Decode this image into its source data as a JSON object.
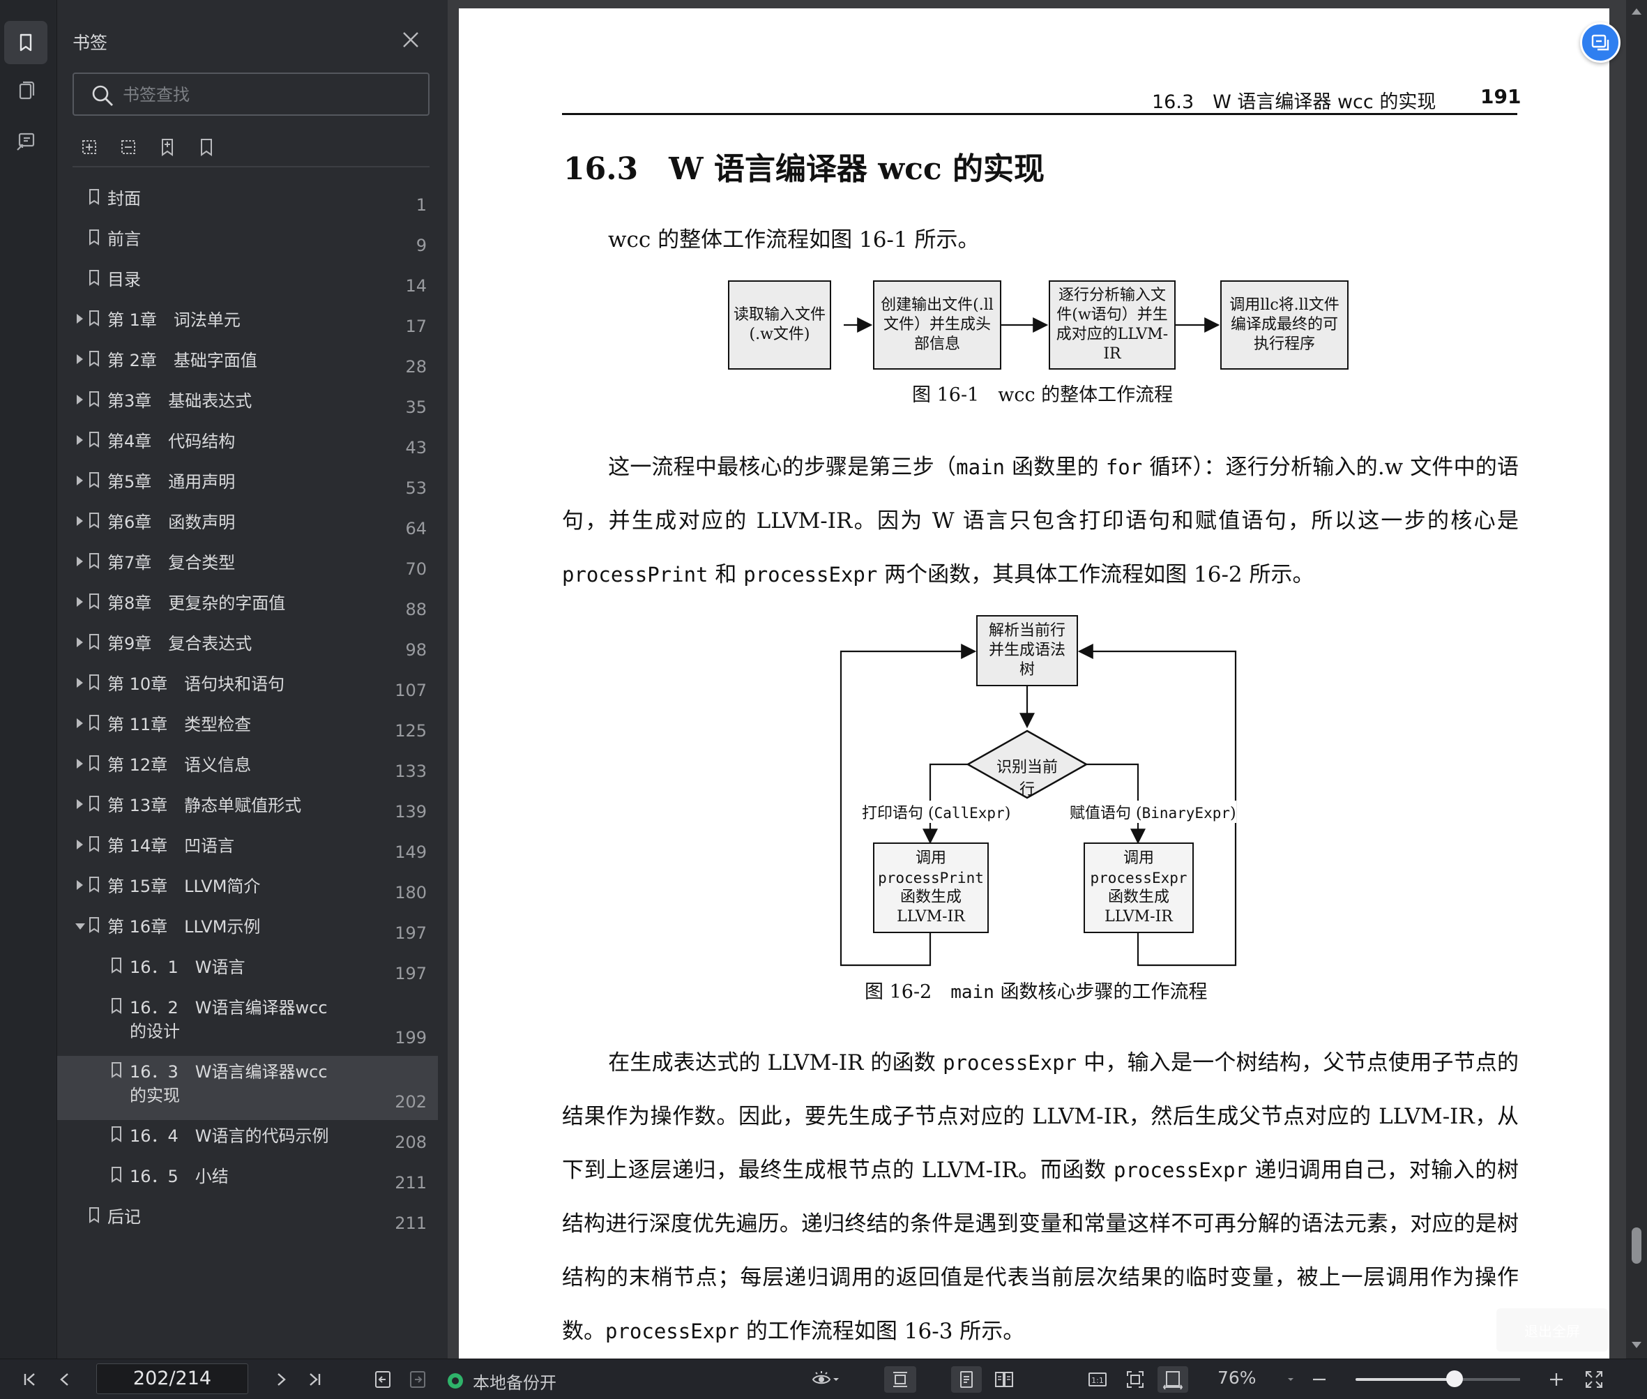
{
  "panel": {
    "title": "书签",
    "search_placeholder": "书签查找"
  },
  "bookmarks": [
    {
      "label": "封面",
      "page": "1",
      "level": 0,
      "expander": "none"
    },
    {
      "label": "前言",
      "page": "9",
      "level": 0,
      "expander": "none"
    },
    {
      "label": "目录",
      "page": "14",
      "level": 0,
      "expander": "none"
    },
    {
      "label": "第 1章　词法单元",
      "page": "17",
      "level": 0,
      "expander": "collapsed"
    },
    {
      "label": "第 2章　基础字面值",
      "page": "28",
      "level": 0,
      "expander": "collapsed"
    },
    {
      "label": "第3章　基础表达式",
      "page": "35",
      "level": 0,
      "expander": "collapsed"
    },
    {
      "label": "第4章　代码结构",
      "page": "43",
      "level": 0,
      "expander": "collapsed"
    },
    {
      "label": "第5章　通用声明",
      "page": "53",
      "level": 0,
      "expander": "collapsed"
    },
    {
      "label": "第6章　函数声明",
      "page": "64",
      "level": 0,
      "expander": "collapsed"
    },
    {
      "label": "第7章　复合类型",
      "page": "70",
      "level": 0,
      "expander": "collapsed"
    },
    {
      "label": "第8章　更复杂的字面值",
      "page": "88",
      "level": 0,
      "expander": "collapsed"
    },
    {
      "label": "第9章　复合表达式",
      "page": "98",
      "level": 0,
      "expander": "collapsed"
    },
    {
      "label": "第 10章　语句块和语句",
      "page": "107",
      "level": 0,
      "expander": "collapsed"
    },
    {
      "label": "第 11章　类型检查",
      "page": "125",
      "level": 0,
      "expander": "collapsed"
    },
    {
      "label": "第 12章　语义信息",
      "page": "133",
      "level": 0,
      "expander": "collapsed"
    },
    {
      "label": "第 13章　静态单赋值形式",
      "page": "139",
      "level": 0,
      "expander": "collapsed"
    },
    {
      "label": "第 14章　凹语言",
      "page": "149",
      "level": 0,
      "expander": "collapsed"
    },
    {
      "label": "第 15章　LLVM简介",
      "page": "180",
      "level": 0,
      "expander": "collapsed"
    },
    {
      "label": "第 16章　LLVM示例",
      "page": "197",
      "level": 0,
      "expander": "expanded"
    },
    {
      "label": "16．1　W语言",
      "page": "197",
      "level": 1,
      "expander": "none"
    },
    {
      "label": "16．2　W语言编译器wcc的设计",
      "page": "199",
      "level": 1,
      "expander": "none"
    },
    {
      "label": "16．3　W语言编译器wcc的实现",
      "page": "202",
      "level": 1,
      "expander": "none",
      "selected": true
    },
    {
      "label": "16．4　W语言的代码示例",
      "page": "208",
      "level": 1,
      "expander": "none"
    },
    {
      "label": "16．5　小结",
      "page": "211",
      "level": 1,
      "expander": "none"
    },
    {
      "label": "后记",
      "page": "211",
      "level": 0,
      "expander": "none"
    }
  ],
  "document": {
    "running_head": "16.3　W 语言编译器 wcc 的实现",
    "page_number": "191",
    "section_title": "16.3　W 语言编译器 wcc 的实现",
    "intro": "wcc 的整体工作流程如图 16-1 所示。",
    "fig1": {
      "steps": [
        "读取输入文件(.w文件)",
        "创建输出文件(.ll文件）并生成头部信息",
        "逐行分析输入文件(w语句）并生成对应的LLVM-IR",
        "调用llc将.ll文件编译成最终的可执行程序"
      ],
      "caption": "图 16-1　wcc 的整体工作流程"
    },
    "para1": {
      "a": "这一流程中最核心的步骤是第三步（",
      "code1": "main",
      "b": " 函数里的 ",
      "code2": "for",
      "c": " 循环）：逐行分析输入的.w 文件中的语句，并生成对应的 LLVM-IR。因为 W 语言只包含打印语句和赋值语句，所以这一步的核心是 ",
      "code3": "processPrint",
      "d": " 和 ",
      "code4": "processExpr",
      "e": " 两个函数，其具体工作流程如图 16-2 所示。"
    },
    "fig2": {
      "top_box": "解析当前行并生成语法树",
      "decision": "识别当前行",
      "left_branch_text": "打印语句 (",
      "left_branch_code": "CallExpr",
      "right_branch_text": "赋值语句 (",
      "right_branch_code": "BinaryExpr",
      "branch_close": ")",
      "left_box_a": "调用",
      "left_box_code": "processPrint",
      "left_box_b": "函数生成LLVM-IR",
      "right_box_a": "调用",
      "right_box_code": "processExpr",
      "right_box_b": "函数生成LLVM-IR",
      "caption_a": "图 16-2　",
      "caption_code": "main",
      "caption_b": " 函数核心步骤的工作流程"
    },
    "para2": {
      "a": "在生成表达式的 LLVM-IR 的函数 ",
      "code1": "processExpr",
      "b": " 中，输入是一个树结构，父节点使用子节点的结果作为操作数。因此，要先生成子节点对应的 LLVM-IR，然后生成父节点对应的 LLVM-IR，从下到上逐层递归，最终生成根节点的 LLVM-IR。而函数 ",
      "code2": "processExpr",
      "c": " 递归调用自己，对输入的树结构进行深度优先遍历。递归终结的条件是遇到变量和常量这样不可再分解的语法元素，对应的是树结构的末梢节点；每层递归调用的返回值是代表当前层次结果的临时变量，被上一层调用作为操作数。",
      "code3": "processExpr",
      "d": " 的工作流程如图 16-3 所示。"
    }
  },
  "toolbar": {
    "page_indicator": "202/214",
    "backup_status": "本地备份开",
    "zoom": "76%",
    "zoom_fraction": 0.6,
    "ghost_toast": "退出全屏"
  },
  "colors": {
    "panel_bg": "#2a2c30",
    "rail_bg": "#24262a",
    "selected_bg": "#3e4045",
    "accent": "#2f7ff0",
    "status_green": "#2fb36a"
  }
}
